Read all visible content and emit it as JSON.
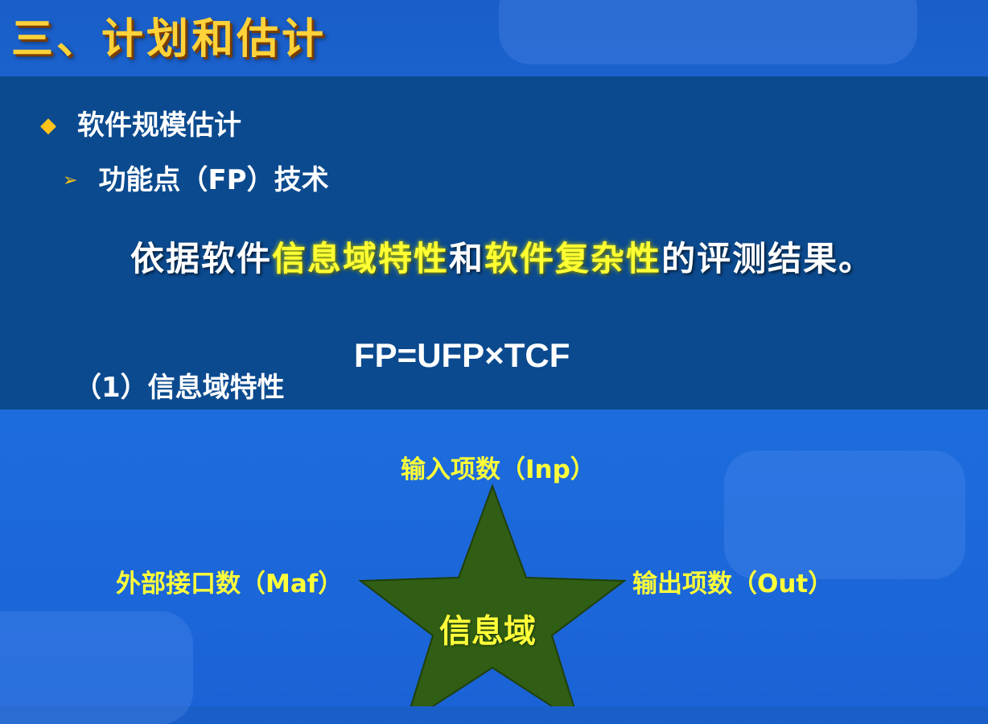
{
  "title": "三、计划和估计",
  "bullet1": {
    "text": "软件规模估计"
  },
  "bullet2": {
    "text": "功能点（FP）技术"
  },
  "sentence": {
    "part1": "依据软件",
    "highlight1": "信息域特性",
    "part2": "和",
    "highlight2": "软件复杂性",
    "part3": "的评测结果。"
  },
  "formula": "FP=UFP×TCF",
  "section_heading": "（1）信息域特性",
  "diagram": {
    "top_label": "输入项数（Inp）",
    "left_label": "外部接口数（Maf）",
    "right_label": "输出项数（Out）",
    "center_label": "信息域"
  },
  "colors": {
    "title": "#ffd23a",
    "highlight": "#ffff33",
    "panel": "#0b4a8e",
    "star_fill": "#2f5e14"
  }
}
